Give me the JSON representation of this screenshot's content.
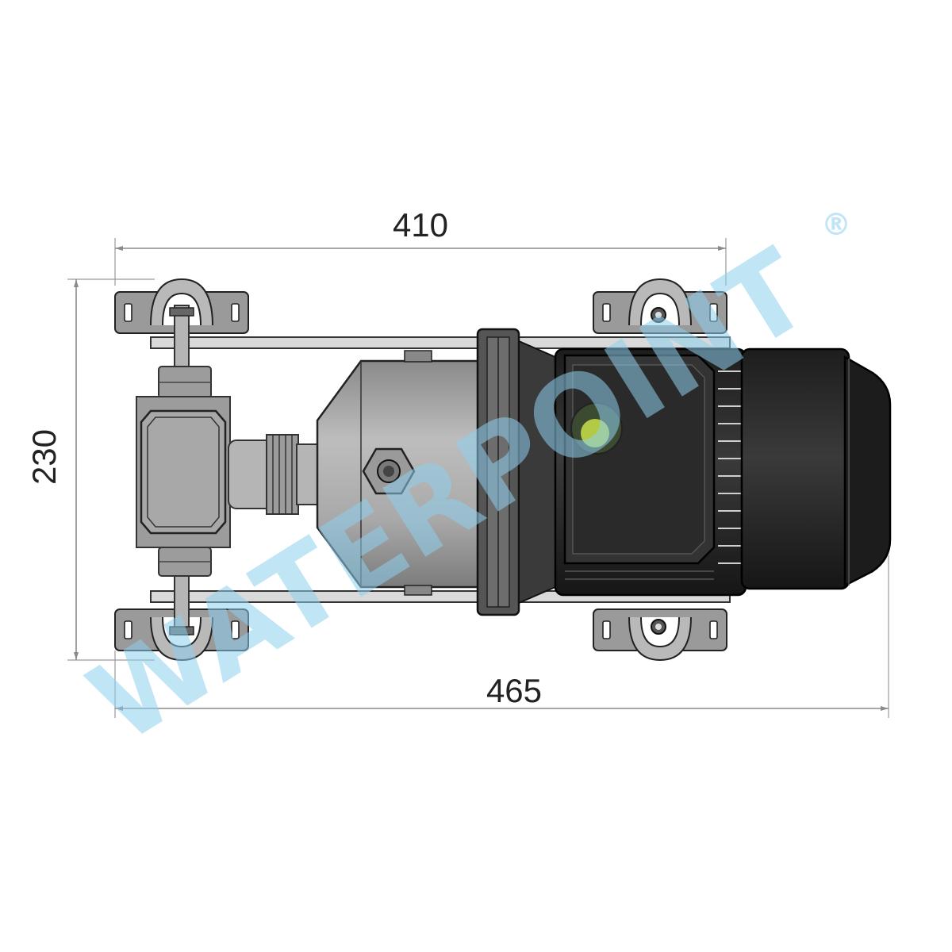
{
  "drawing": {
    "dimensions": {
      "top_width": "410",
      "bottom_width": "465",
      "height": "230"
    },
    "watermark": {
      "text": "WATERPOINT",
      "registered_mark": "®",
      "color": "#8ed0ee"
    },
    "colors": {
      "dimension_line": "#8a8a8a",
      "pump_body": "#9c9c9c",
      "motor": "#2c2c2c",
      "terminal_box_accent": "#c8e04a"
    }
  }
}
